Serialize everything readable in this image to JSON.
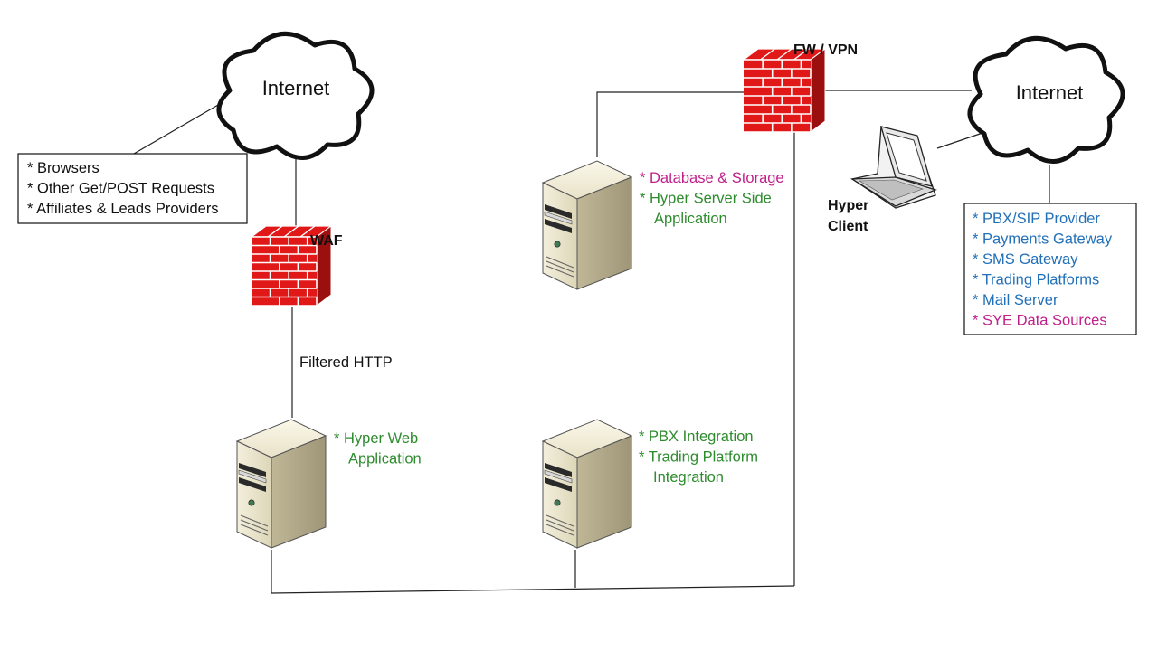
{
  "colors": {
    "green": "#2e8b2e",
    "magenta": "#c0208a",
    "blue": "#2270b8",
    "black": "#111111",
    "brick": "#e01818",
    "brick_dark": "#9c0f0f"
  },
  "clouds": {
    "left": {
      "label": "Internet",
      "icon": "cloud-icon"
    },
    "right": {
      "label": "Internet",
      "icon": "cloud-icon"
    }
  },
  "firewalls": {
    "waf": {
      "label": "WAF",
      "icon": "firewall-icon"
    },
    "fw_vpn": {
      "label": "FW / VPN",
      "icon": "firewall-icon"
    }
  },
  "client_sources": {
    "items": [
      "* Browsers",
      "* Other Get/POST Requests",
      "* Affiliates & Leads Providers"
    ]
  },
  "link_label": "Filtered HTTP",
  "hyper_client": {
    "line1": "Hyper",
    "line2": "Client",
    "icon": "laptop-icon"
  },
  "servers": {
    "web": {
      "icon": "server-icon",
      "lines": [
        {
          "text": "* Hyper Web",
          "color": "green"
        },
        {
          "text": "Application",
          "color": "green"
        }
      ]
    },
    "database": {
      "icon": "server-icon",
      "lines": [
        {
          "text": "* Database & Storage",
          "color": "magenta"
        },
        {
          "text": "* Hyper Server Side",
          "color": "green"
        },
        {
          "text": "Application",
          "color": "green"
        }
      ]
    },
    "integration": {
      "icon": "server-icon",
      "lines": [
        {
          "text": "* PBX Integration",
          "color": "green"
        },
        {
          "text": "* Trading Platform",
          "color": "green"
        },
        {
          "text": "Integration",
          "color": "green"
        }
      ]
    }
  },
  "providers": {
    "items": [
      {
        "text": "* PBX/SIP Provider",
        "color": "blue"
      },
      {
        "text": "* Payments Gateway",
        "color": "blue"
      },
      {
        "text": "* SMS Gateway",
        "color": "blue"
      },
      {
        "text": "* Trading Platforms",
        "color": "blue"
      },
      {
        "text": "* Mail Server",
        "color": "blue"
      },
      {
        "text": "* SYE Data Sources",
        "color": "magenta"
      }
    ]
  }
}
